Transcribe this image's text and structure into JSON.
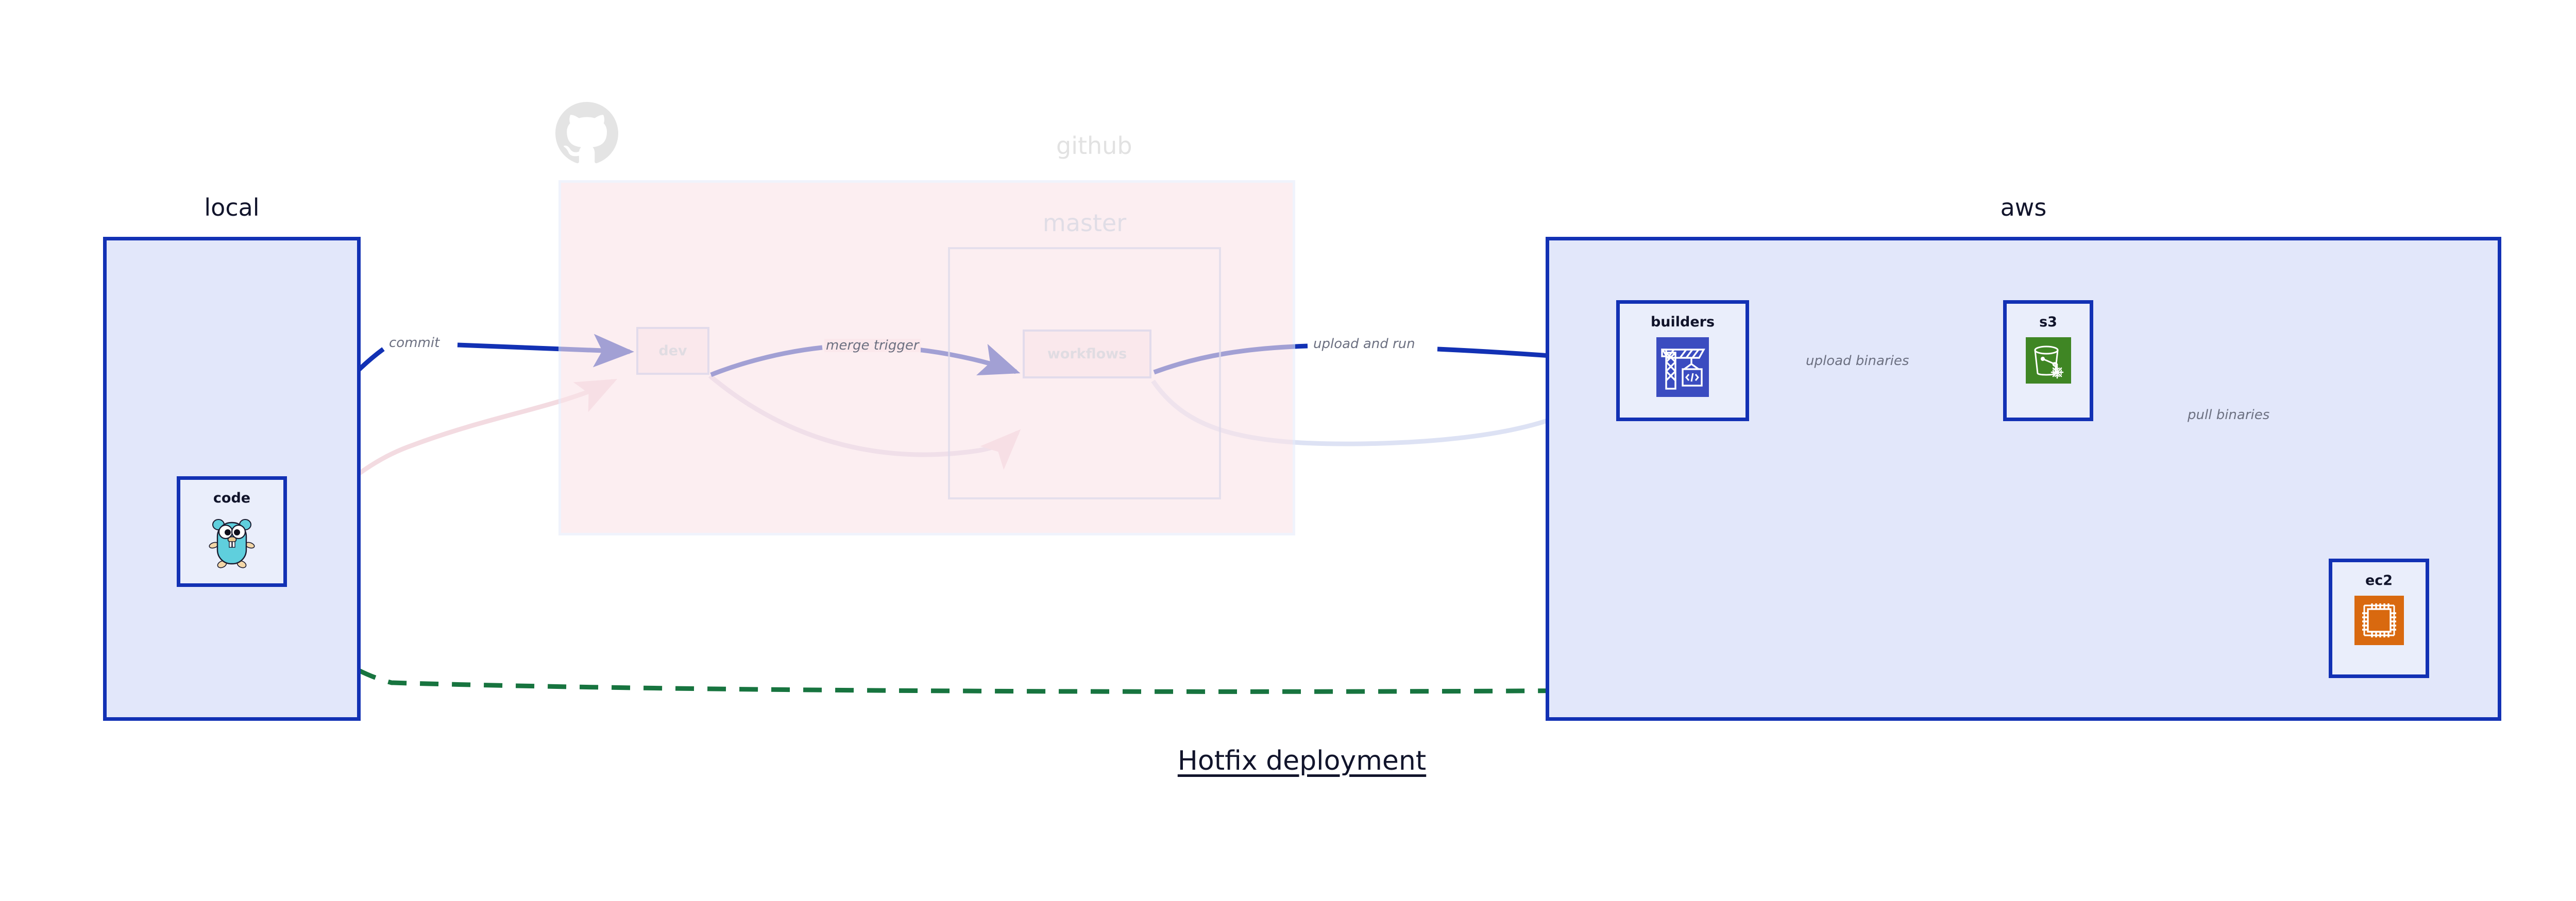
{
  "title": "Hotfix deployment",
  "colors": {
    "node_border": "#1231b4",
    "node_fill": "#eaeefb",
    "cluster_blue_fill": "#e2e7fa",
    "cluster_pink_fill": "#fbe4e9",
    "edge_active": "#1231b4",
    "edge_faded_pink": "#f6dfe4",
    "edge_faded_blue": "#dfe3f5",
    "edge_dashed_green": "#17743f",
    "label_text": "#6c7081",
    "title_text": "#11142b",
    "builders_icon_bg": "#3b4cc0",
    "s3_icon_bg": "#3f8624",
    "ec2_icon_bg": "#d9690f",
    "gopher_body": "#5fcfdd"
  },
  "clusters": [
    {
      "id": "local",
      "label": "local"
    },
    {
      "id": "github",
      "label": "github"
    },
    {
      "id": "master",
      "label": "master"
    },
    {
      "id": "aws",
      "label": "aws"
    }
  ],
  "nodes": [
    {
      "id": "code",
      "label": "code",
      "icon": "go-gopher-icon",
      "state": "active"
    },
    {
      "id": "dev",
      "label": "dev",
      "icon": "none",
      "state": "faded"
    },
    {
      "id": "workflows",
      "label": "workflows",
      "icon": "none",
      "state": "faded"
    },
    {
      "id": "builders",
      "label": "builders",
      "icon": "crane-code-icon",
      "state": "active"
    },
    {
      "id": "s3",
      "label": "s3",
      "icon": "s3-bucket-snowflake-icon",
      "state": "active"
    },
    {
      "id": "ec2",
      "label": "ec2",
      "icon": "cpu-chip-icon",
      "state": "active"
    }
  ],
  "edges": [
    {
      "id": "commit",
      "label": "commit",
      "from": "code",
      "to": "dev",
      "style": "solid-blue"
    },
    {
      "id": "merge-trigger",
      "label": "merge trigger",
      "from": "dev",
      "to": "workflows",
      "style": "solid-blue"
    },
    {
      "id": "upload-and-run",
      "label": "upload and run",
      "from": "workflows",
      "to": "builders",
      "style": "solid-blue"
    },
    {
      "id": "upload-binaries",
      "label": "upload binaries",
      "from": "builders",
      "to": "s3",
      "style": "solid-blue"
    },
    {
      "id": "pull-binaries",
      "label": "pull binaries",
      "from": "s3",
      "to": "ec2",
      "style": "solid-blue"
    },
    {
      "id": "hotfix-direct",
      "label": "",
      "from": "code",
      "to": "ec2",
      "style": "dashed-green"
    },
    {
      "id": "faded-code-dev",
      "label": "",
      "from": "code",
      "to": "dev",
      "style": "faded-pink"
    },
    {
      "id": "faded-dev-workflows",
      "label": "",
      "from": "dev",
      "to": "workflows",
      "style": "faded-pink"
    },
    {
      "id": "faded-workflows-builders",
      "label": "",
      "from": "workflows",
      "to": "builders",
      "style": "faded-blue"
    }
  ],
  "logos": [
    {
      "id": "github-logo",
      "name": "github-octocat-logo"
    }
  ]
}
